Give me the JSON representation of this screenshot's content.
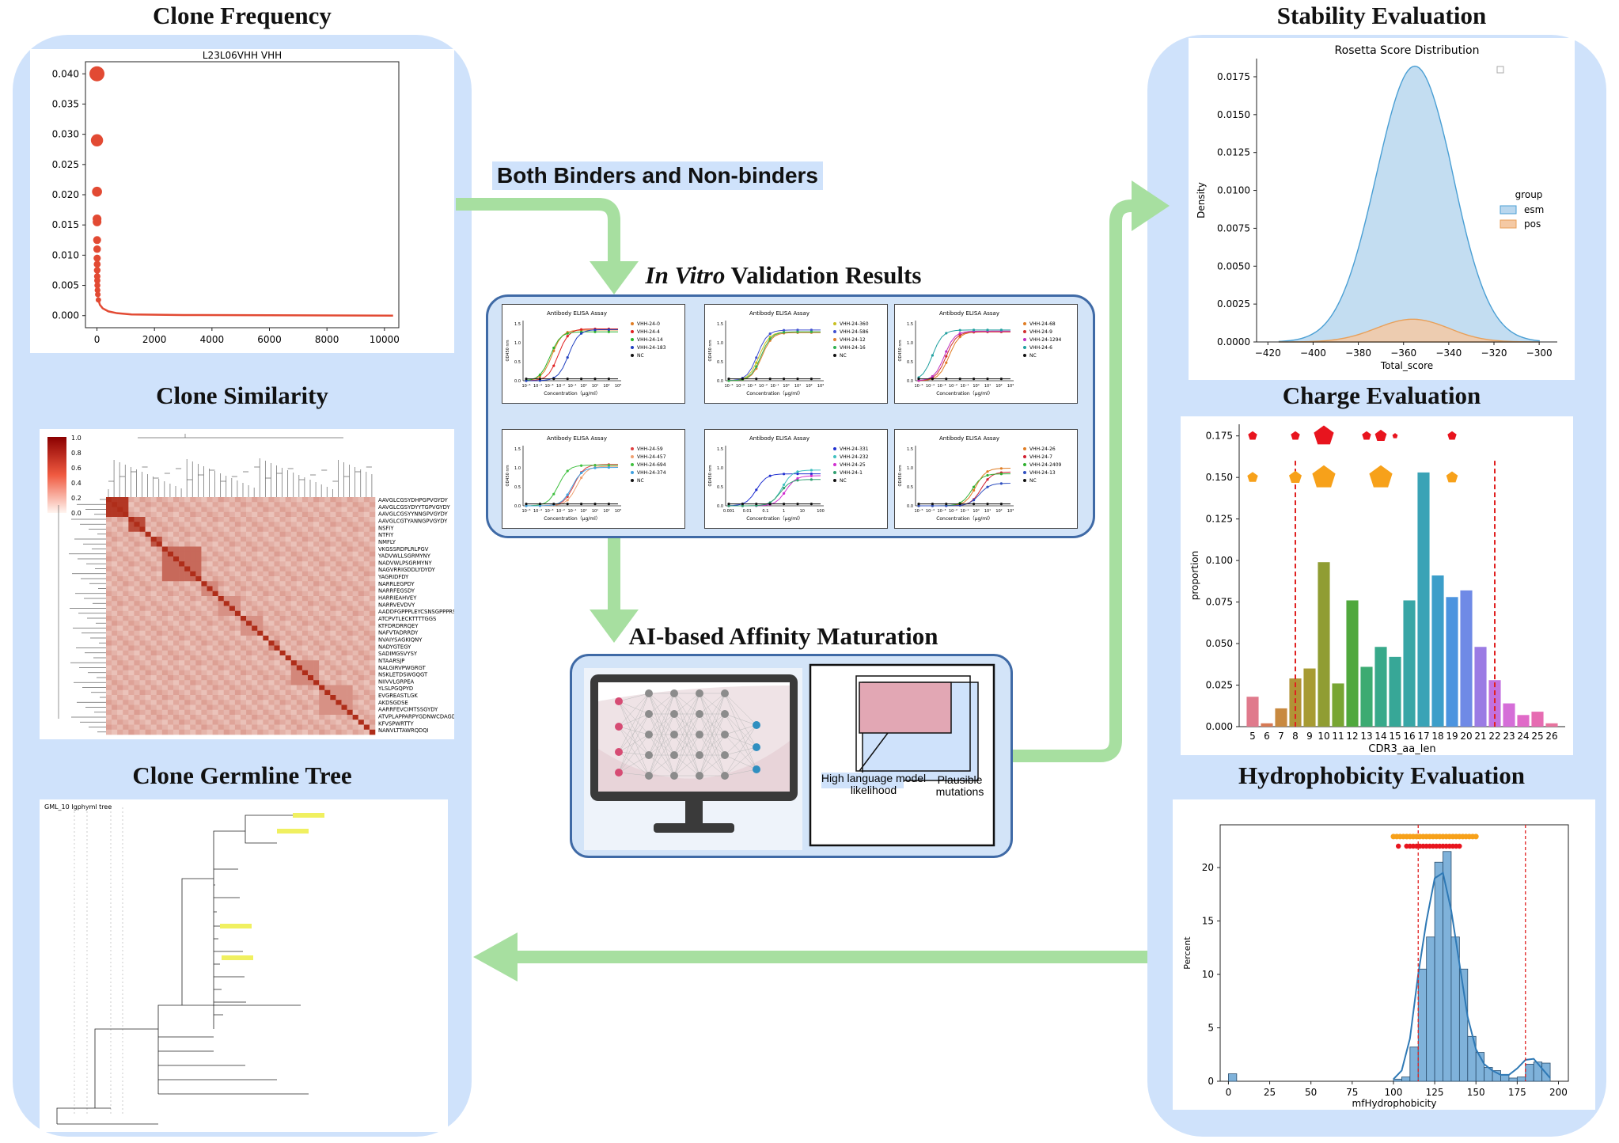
{
  "titles": {
    "clone_frequency": "Clone Frequency",
    "clone_similarity": "Clone Similarity",
    "clone_germline": "Clone Germline Tree",
    "stability": "Stability Evaluation",
    "charge": "Charge Evaluation",
    "hydrophobicity": "Hydrophobicity Evaluation",
    "invitro_italic": "In Vitro",
    "invitro_rest": " Validation Results",
    "ai_maturation": "AI-based Affinity Maturation",
    "binders": "Both Binders and Non-binders"
  },
  "colors": {
    "panel": "#cfe2fb",
    "arrow": "#a7dfa0",
    "border": "#3f6aa6"
  },
  "ai_box": {
    "hlm_label": "High language model likelihood",
    "plausible_label": "Plausible mutations"
  },
  "chart_data": [
    {
      "id": "clone_frequency",
      "type": "scatter",
      "title": "L23L06VHH VHH",
      "xticks": [
        "0",
        "2000",
        "4000",
        "6000",
        "8000",
        "10000"
      ],
      "yticks": [
        "0.000",
        "0.005",
        "0.010",
        "0.015",
        "0.020",
        "0.025",
        "0.030",
        "0.035",
        "0.040"
      ],
      "xlim": [
        -400,
        10500
      ],
      "ylim": [
        -0.002,
        0.042
      ],
      "points": [
        [
          0,
          0.04
        ],
        [
          1,
          0.029
        ],
        [
          2,
          0.0205
        ],
        [
          3,
          0.016
        ],
        [
          4,
          0.0155
        ],
        [
          5,
          0.0125
        ],
        [
          6,
          0.011
        ],
        [
          7,
          0.0095
        ],
        [
          8,
          0.0085
        ],
        [
          9,
          0.0075
        ],
        [
          10,
          0.0065
        ],
        [
          12,
          0.0058
        ],
        [
          15,
          0.005
        ],
        [
          20,
          0.0042
        ],
        [
          30,
          0.0035
        ],
        [
          50,
          0.0026
        ]
      ],
      "tail": [
        [
          60,
          0.0025
        ],
        [
          100,
          0.0018
        ],
        [
          200,
          0.0012
        ],
        [
          400,
          0.0007
        ],
        [
          700,
          0.0004
        ],
        [
          1200,
          0.0002
        ],
        [
          3000,
          0.0001
        ],
        [
          10300,
          0.0
        ]
      ]
    },
    {
      "id": "clone_similarity",
      "type": "heatmap",
      "colorbar_ticks": [
        "1.0",
        "0.8",
        "0.6",
        "0.4",
        "0.2",
        "0.0"
      ],
      "row_labels": [
        "AAVGLCGSYDHPGPVGYDY",
        "AAVGLCGSYDYYTGPVGYDY",
        "AAVGLCGSYYNNGPVGYDY",
        "AAVGLCGTYANNGPVGYDY",
        "NSFIY",
        "NTFIY",
        "NMFLY",
        "VKGSSRDPLRLPGV",
        "YADVWLLSGRMYNY",
        "NADVWLPSGRMYNY",
        "NAGVRRIGDDLYDYDY",
        "YAGRIDFDY",
        "NARRLEGPDY",
        "NARRFEGSDY",
        "HARRIEAHVEY",
        "NARRVEVDVY",
        "AADDFGPPPLEYCSNSGPPPRSWGQGI",
        "ATCPVTLECKTTTTGGS",
        "KTFDRDRRQEY",
        "NAFVTADRRDY",
        "NVAIYSAGKIQNY",
        "NADYGTEGY",
        "SADIMGSVYSY",
        "NTAARSJP",
        "NALGIRVPWGRGT",
        "NSKLETDSWGQGT",
        "NIIVVLGRPEA",
        "YLSLPGQPYD",
        "EVGREASTLGK",
        "AKDSGDSE",
        "AARRFEVCIMTSSGYDY",
        "ATVPLAPPARPYGDNWCDAGDYDD",
        "KFVSPWRTTY",
        "NANVLTTAWRQDQI"
      ]
    },
    {
      "id": "clone_germline",
      "type": "tree",
      "title": "GML_10 Igphyml tree"
    },
    {
      "id": "stability",
      "type": "area",
      "title": "Rosetta Score Distribution",
      "xlabel": "Total_score",
      "ylabel": "Density",
      "xticks": [
        "-420",
        "-400",
        "-380",
        "-360",
        "-340",
        "-320",
        "-300"
      ],
      "xtick_values": [
        -420,
        -400,
        -380,
        -360,
        -340,
        -320,
        -300
      ],
      "yticks": [
        "0.0000",
        "0.0025",
        "0.0050",
        "0.0075",
        "0.0100",
        "0.0125",
        "0.0150",
        "0.0175"
      ],
      "ytick_values": [
        0,
        0.0025,
        0.005,
        0.0075,
        0.01,
        0.0125,
        0.015,
        0.0175
      ],
      "xlim": [
        -425,
        -292
      ],
      "ylim": [
        0,
        0.0187
      ],
      "legend_title": "group",
      "series": [
        {
          "name": "esm",
          "color": "#4a9fd4",
          "fill": "#b9d7ee",
          "mean": -355,
          "sd": 17,
          "peak": 0.0182
        },
        {
          "name": "pos",
          "color": "#e8a05a",
          "fill": "#f4c9a4",
          "mean": -356,
          "sd": 16,
          "peak": 0.0015
        }
      ]
    },
    {
      "id": "charge",
      "type": "bar",
      "xlabel": "CDR3_aa_len",
      "ylabel": "proportion",
      "categories": [
        "5",
        "6",
        "7",
        "8",
        "9",
        "10",
        "11",
        "12",
        "13",
        "14",
        "15",
        "16",
        "17",
        "18",
        "19",
        "20",
        "21",
        "22",
        "23",
        "24",
        "25",
        "26"
      ],
      "values": [
        0.018,
        0.002,
        0.011,
        0.029,
        0.035,
        0.099,
        0.026,
        0.076,
        0.036,
        0.048,
        0.042,
        0.076,
        0.153,
        0.091,
        0.078,
        0.082,
        0.048,
        0.028,
        0.014,
        0.007,
        0.009,
        0.002
      ],
      "bar_colors": [
        "#e07a8c",
        "#d77a55",
        "#c88940",
        "#b19336",
        "#a79b33",
        "#909d33",
        "#78a533",
        "#50a83d",
        "#3cab72",
        "#38a98a",
        "#37a797",
        "#38a6a6",
        "#3aa3b6",
        "#3c9ec9",
        "#4c94df",
        "#6f8ae6",
        "#9b7be4",
        "#c270e0",
        "#d56ed8",
        "#e06ac8",
        "#e66cb2",
        "#e8749f"
      ],
      "yticks": [
        "0.000",
        "0.025",
        "0.050",
        "0.075",
        "0.100",
        "0.125",
        "0.150",
        "0.175"
      ],
      "ytick_values": [
        0,
        0.025,
        0.05,
        0.075,
        0.1,
        0.125,
        0.15,
        0.175
      ],
      "ylim": [
        0,
        0.182
      ],
      "vlines": [
        "8",
        "22"
      ],
      "red_markers": [
        {
          "x": "5",
          "s": 1
        },
        {
          "x": "8",
          "s": 1
        },
        {
          "x": "10",
          "s": 2.2
        },
        {
          "x": "13",
          "s": 1
        },
        {
          "x": "14",
          "s": 1.3
        },
        {
          "x": "15",
          "s": 0.6
        },
        {
          "x": "19",
          "s": 1
        }
      ],
      "orange_markers": [
        {
          "x": "5",
          "s": 1
        },
        {
          "x": "8",
          "s": 1.2
        },
        {
          "x": "10",
          "s": 2.2
        },
        {
          "x": "14",
          "s": 2.2
        },
        {
          "x": "19",
          "s": 1.1
        }
      ]
    },
    {
      "id": "hydrophobicity",
      "type": "bar",
      "xlabel": "mfHydrophobicity",
      "ylabel": "Percent",
      "xticks": [
        "0",
        "25",
        "50",
        "75",
        "100",
        "125",
        "150",
        "175",
        "200"
      ],
      "xtick_values": [
        0,
        25,
        50,
        75,
        100,
        125,
        150,
        175,
        200
      ],
      "yticks": [
        "0",
        "5",
        "10",
        "15",
        "20"
      ],
      "ytick_values": [
        0,
        5,
        10,
        15,
        20
      ],
      "xlim": [
        -5,
        206
      ],
      "ylim": [
        0,
        24
      ],
      "bin_width": 5,
      "bins": [
        [
          0,
          0.7
        ],
        [
          100,
          0.2
        ],
        [
          105,
          0.4
        ],
        [
          110,
          3.2
        ],
        [
          115,
          10.5
        ],
        [
          120,
          13.5
        ],
        [
          125,
          20.5
        ],
        [
          130,
          21.5
        ],
        [
          135,
          13.5
        ],
        [
          140,
          10.5
        ],
        [
          145,
          4.2
        ],
        [
          150,
          2.7
        ],
        [
          155,
          1.3
        ],
        [
          160,
          1.0
        ],
        [
          165,
          0.6
        ],
        [
          170,
          0.3
        ],
        [
          175,
          0.4
        ],
        [
          180,
          1.6
        ],
        [
          185,
          1.8
        ],
        [
          190,
          1.7
        ]
      ],
      "vlines": [
        115,
        180
      ],
      "orange_dots": [
        [
          100,
          150
        ],
        22.9
      ],
      "red_dots": [
        [
          108,
          140
        ],
        22.0
      ]
    }
  ],
  "assays": [
    {
      "title": "Antibody ELISA Assay",
      "ylabel": "OD450 nm",
      "xlabel": "Concentration（μg/ml）",
      "xticks": [
        "10⁻⁵",
        "10⁻⁴",
        "10⁻³",
        "10⁻²",
        "10⁻¹",
        "10⁰",
        "10¹",
        "10²",
        "10³"
      ],
      "series": [
        {
          "name": "VHH-24-0",
          "color": "#e07d24",
          "mid": 0.28,
          "top": 1.35
        },
        {
          "name": "VHH-24-4",
          "color": "#e02020",
          "mid": 0.35,
          "top": 1.38
        },
        {
          "name": "VHH-24-14",
          "color": "#2cb42c",
          "mid": 0.26,
          "top": 1.3
        },
        {
          "name": "VHH-24-183",
          "color": "#2040c0",
          "mid": 0.46,
          "top": 1.36
        },
        {
          "name": "NC",
          "color": "#111111",
          "mid": -1,
          "top": 0
        }
      ]
    },
    {
      "title": "Antibody ELISA Assay",
      "ylabel": "OD450 nm",
      "xlabel": "Concentration（μg/ml）",
      "xticks": [
        "10⁻⁵",
        "10⁻⁴",
        "10⁻³",
        "10⁻²",
        "10⁻¹",
        "10⁰",
        "10¹",
        "10²",
        "10³"
      ],
      "series": [
        {
          "name": "VHH-24-360",
          "color": "#c8c020",
          "mid": 0.33,
          "top": 1.3
        },
        {
          "name": "VHH-24-586",
          "color": "#4050d0",
          "mid": 0.31,
          "top": 1.35
        },
        {
          "name": "VHH-24-12",
          "color": "#e08030",
          "mid": 0.36,
          "top": 1.28
        },
        {
          "name": "VHH-24-16",
          "color": "#30b050",
          "mid": 0.35,
          "top": 1.3
        },
        {
          "name": "NC",
          "color": "#111111",
          "mid": -1,
          "top": 0
        }
      ]
    },
    {
      "title": "Antibody ELISA Assay",
      "ylabel": "OD450 nm",
      "xlabel": "Concentration（μg/ml）",
      "xticks": [
        "10⁻⁵",
        "10⁻⁴",
        "10⁻³",
        "10⁻²",
        "10⁻¹",
        "10⁰",
        "10¹",
        "10²",
        "10³"
      ],
      "series": [
        {
          "name": "VHH-24-68",
          "color": "#e07d24",
          "mid": 0.33,
          "top": 1.3
        },
        {
          "name": "VHH-24-9",
          "color": "#d03030",
          "mid": 0.3,
          "top": 1.3
        },
        {
          "name": "VHH-24-1294",
          "color": "#c030c0",
          "mid": 0.28,
          "top": 1.32
        },
        {
          "name": "VHH-24-6",
          "color": "#20a0a0",
          "mid": 0.15,
          "top": 1.35
        },
        {
          "name": "NC",
          "color": "#111111",
          "mid": -1,
          "top": 0
        }
      ]
    },
    {
      "title": "Antibody ELISA Assay",
      "ylabel": "OD450 nm",
      "xlabel": "Concentration（μg/ml）",
      "xticks": [
        "10⁻⁵",
        "10⁻⁴",
        "10⁻³",
        "10⁻²",
        "10⁻¹",
        "10⁰",
        "10¹",
        "10²",
        "10³"
      ],
      "series": [
        {
          "name": "VHH-24-59",
          "color": "#e04040",
          "mid": 0.52,
          "top": 1.1
        },
        {
          "name": "VHH-24-457",
          "color": "#f0a070",
          "mid": 0.55,
          "top": 1.05
        },
        {
          "name": "VHH-24-694",
          "color": "#40c040",
          "mid": 0.35,
          "top": 1.08
        },
        {
          "name": "VHH-24-374",
          "color": "#40a0e0",
          "mid": 0.5,
          "top": 1.02
        },
        {
          "name": "NC",
          "color": "#111111",
          "mid": -1,
          "top": 0
        }
      ]
    },
    {
      "title": "Antibody ELISA Assay",
      "ylabel": "OD450 nm",
      "xlabel": "Concentration（μg/ml）",
      "xticks": [
        "0.001",
        "0.01",
        "0.1",
        "1",
        "10",
        "100"
      ],
      "series": [
        {
          "name": "VHH-24-331",
          "color": "#2030d0",
          "mid": 0.3,
          "top": 0.85
        },
        {
          "name": "VHH-24-232",
          "color": "#40c0c0",
          "mid": 0.58,
          "top": 0.95
        },
        {
          "name": "VHH-24-25",
          "color": "#d030d0",
          "mid": 0.62,
          "top": 0.8
        },
        {
          "name": "VHH-24-1",
          "color": "#30a070",
          "mid": 0.56,
          "top": 0.7
        },
        {
          "name": "NC",
          "color": "#111111",
          "mid": -1,
          "top": 0
        }
      ]
    },
    {
      "title": "Antibody ELISA Assay",
      "ylabel": "OD450 nm",
      "xlabel": "Concentration（μg/ml）",
      "xticks": [
        "10⁻⁵",
        "10⁻⁴",
        "10⁻³",
        "10⁻²",
        "10⁻¹",
        "10⁰",
        "10¹",
        "10²",
        "10³"
      ],
      "series": [
        {
          "name": "VHH-24-26",
          "color": "#e07d24",
          "mid": 0.62,
          "top": 1.0
        },
        {
          "name": "VHH-24-7",
          "color": "#d02030",
          "mid": 0.68,
          "top": 0.9
        },
        {
          "name": "VHH-24-2409",
          "color": "#30b030",
          "mid": 0.58,
          "top": 0.85
        },
        {
          "name": "VHH-24-13",
          "color": "#3050c0",
          "mid": 0.66,
          "top": 0.6
        },
        {
          "name": "NC",
          "color": "#111111",
          "mid": -1,
          "top": 0
        }
      ]
    }
  ]
}
